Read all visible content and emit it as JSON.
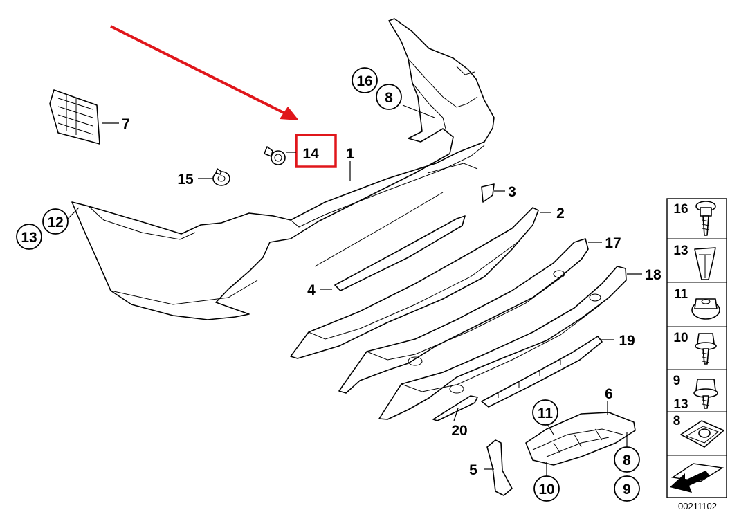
{
  "diagram_code": "00211102",
  "colors": {
    "highlight": "#e0161b",
    "ink": "#000000",
    "background": "#ffffff"
  },
  "callouts": {
    "c1": "1",
    "c2": "2",
    "c3": "3",
    "c4": "4",
    "c5": "5",
    "c6": "6",
    "c7": "7",
    "c8a": "8",
    "c8b": "8",
    "c9": "9",
    "c10": "10",
    "c11": "11",
    "c12": "12",
    "c13": "13",
    "c14": "14",
    "c15": "15",
    "c16": "16",
    "c17": "17",
    "c18": "18",
    "c19": "19",
    "c20": "20"
  },
  "legend": {
    "items": [
      {
        "labels": [
          "16"
        ],
        "icon": "screw-with-washer-icon"
      },
      {
        "labels": [
          "13"
        ],
        "icon": "expanding-nut-icon"
      },
      {
        "labels": [
          "11"
        ],
        "icon": "hex-nut-icon"
      },
      {
        "labels": [
          "10"
        ],
        "icon": "hex-bolt-icon"
      },
      {
        "labels": [
          "9",
          "13"
        ],
        "icon": "collar-nut-icon"
      },
      {
        "labels": [
          "8"
        ],
        "icon": "clip-nut-icon"
      },
      {
        "labels": [],
        "icon": "arrow-sheet-icon"
      }
    ]
  }
}
